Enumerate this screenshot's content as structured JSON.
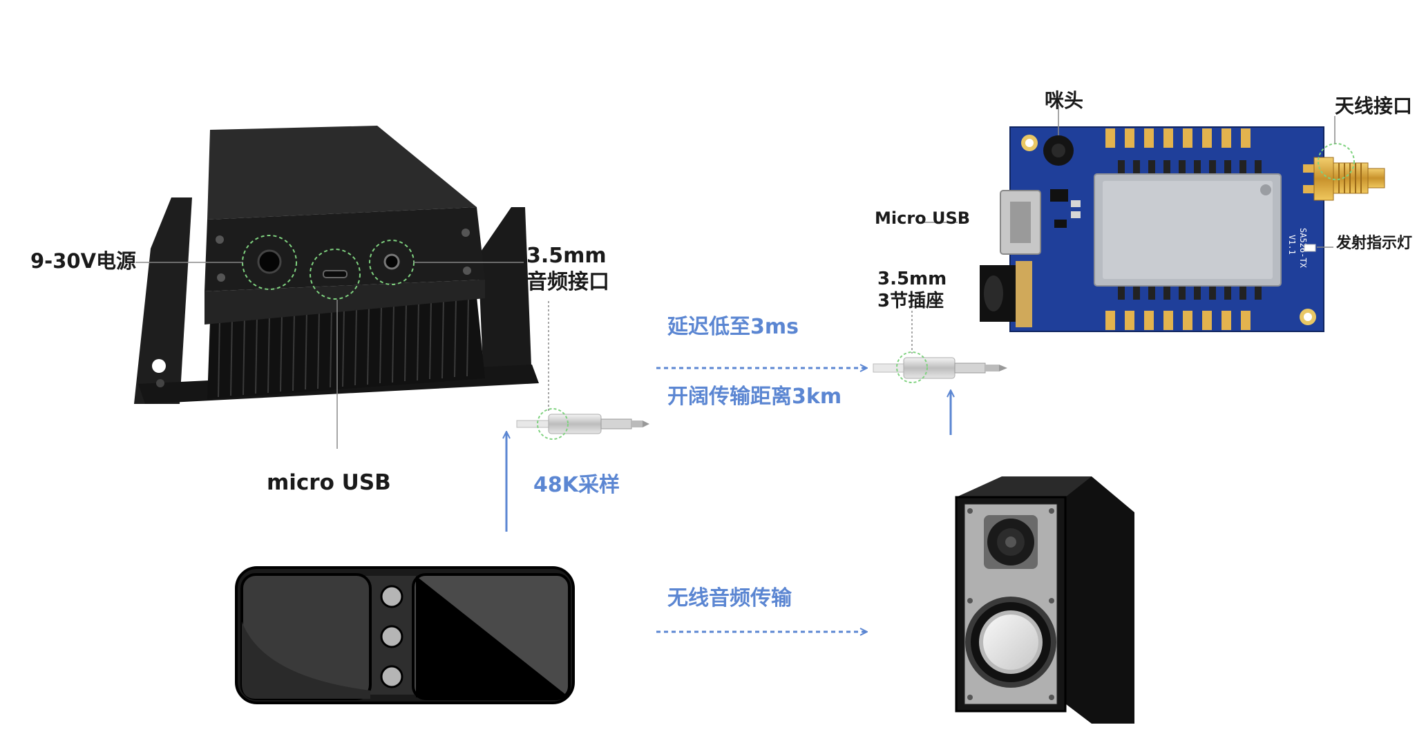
{
  "labels": {
    "power": "9-30V电源",
    "audio_port_line1": "3.5mm",
    "audio_port_line2": "音频接口",
    "micro_usb": "micro USB",
    "latency": "延迟低至3ms",
    "distance": "开阔传输距离3km",
    "sampling": "48K采样",
    "wireless": "无线音频传输",
    "mic": "咪头",
    "antenna": "天线接口",
    "pcb_micro_usb": "Micro USB",
    "tx_led": "发射指示灯",
    "socket_line1": "3.5mm",
    "socket_line2": "3节插座",
    "pcb_silk1": "SA526-TX",
    "pcb_silk2": "V1.1"
  },
  "colors": {
    "accent_blue": "#5b86d2",
    "label_dark": "#1a1a1a",
    "pcb_blue": "#1f3f9a",
    "gold": "#d9a63a",
    "highlight_green": "#7fd27f"
  },
  "icons": {
    "transmitter_box": "aluminum-enclosure",
    "pcb": "transmitter-module-board",
    "player": "audio-player",
    "speaker": "bookshelf-speaker",
    "plug": "audio-jack-plug"
  }
}
